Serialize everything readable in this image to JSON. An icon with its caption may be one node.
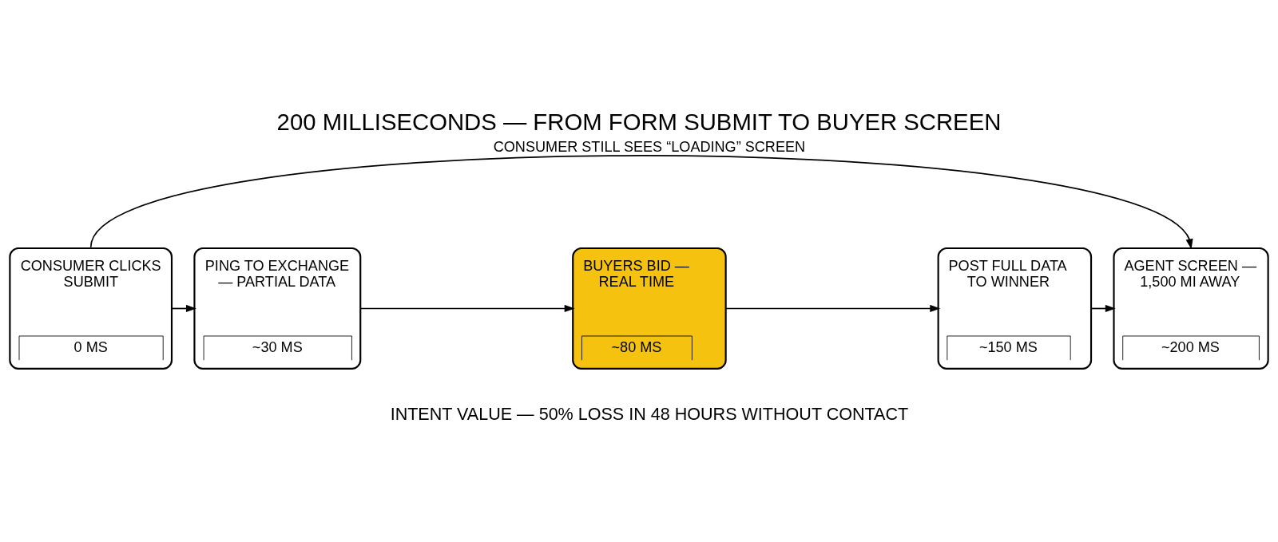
{
  "diagram": {
    "title": "200 MILLISECONDS — FROM FORM SUBMIT TO BUYER SCREEN",
    "nodes": [
      {
        "text": [
          "CONSUMER CLICKS SUBMIT",
          "0 MS"
        ]
      },
      {
        "text": [
          "PING TO EXCHANGE — PARTIAL DATA",
          "~30 MS"
        ]
      },
      {
        "text": [
          "BUYERS BID — REAL TIME",
          "~80 MS"
        ]
      },
      {
        "text": [
          "POST FULL DATA TO WINNER",
          "~150 MS"
        ]
      },
      {
        "text": [
          "AGENT SCREEN — 1,500 MI AWAY",
          "~200 MS"
        ]
      }
    ],
    "edges": [
      {
        "from": 0,
        "to": 1,
        "arrow": "to"
      },
      {
        "from": 1,
        "to": 2,
        "arrow": "to"
      },
      {
        "from": 2,
        "to": 3,
        "arrow": "to"
      },
      {
        "from": 3,
        "to": 4,
        "arrow": "to"
      },
      {
        "from": 0,
        "to": 4,
        "arrow": "to",
        "label": "CONSUMER STILL SEES “LOADING” SCREEN"
      }
    ],
    "labels": [
      "INTENT VALUE — 50% LOSS IN 48 HOURS WITHOUT CONTACT"
    ]
  }
}
